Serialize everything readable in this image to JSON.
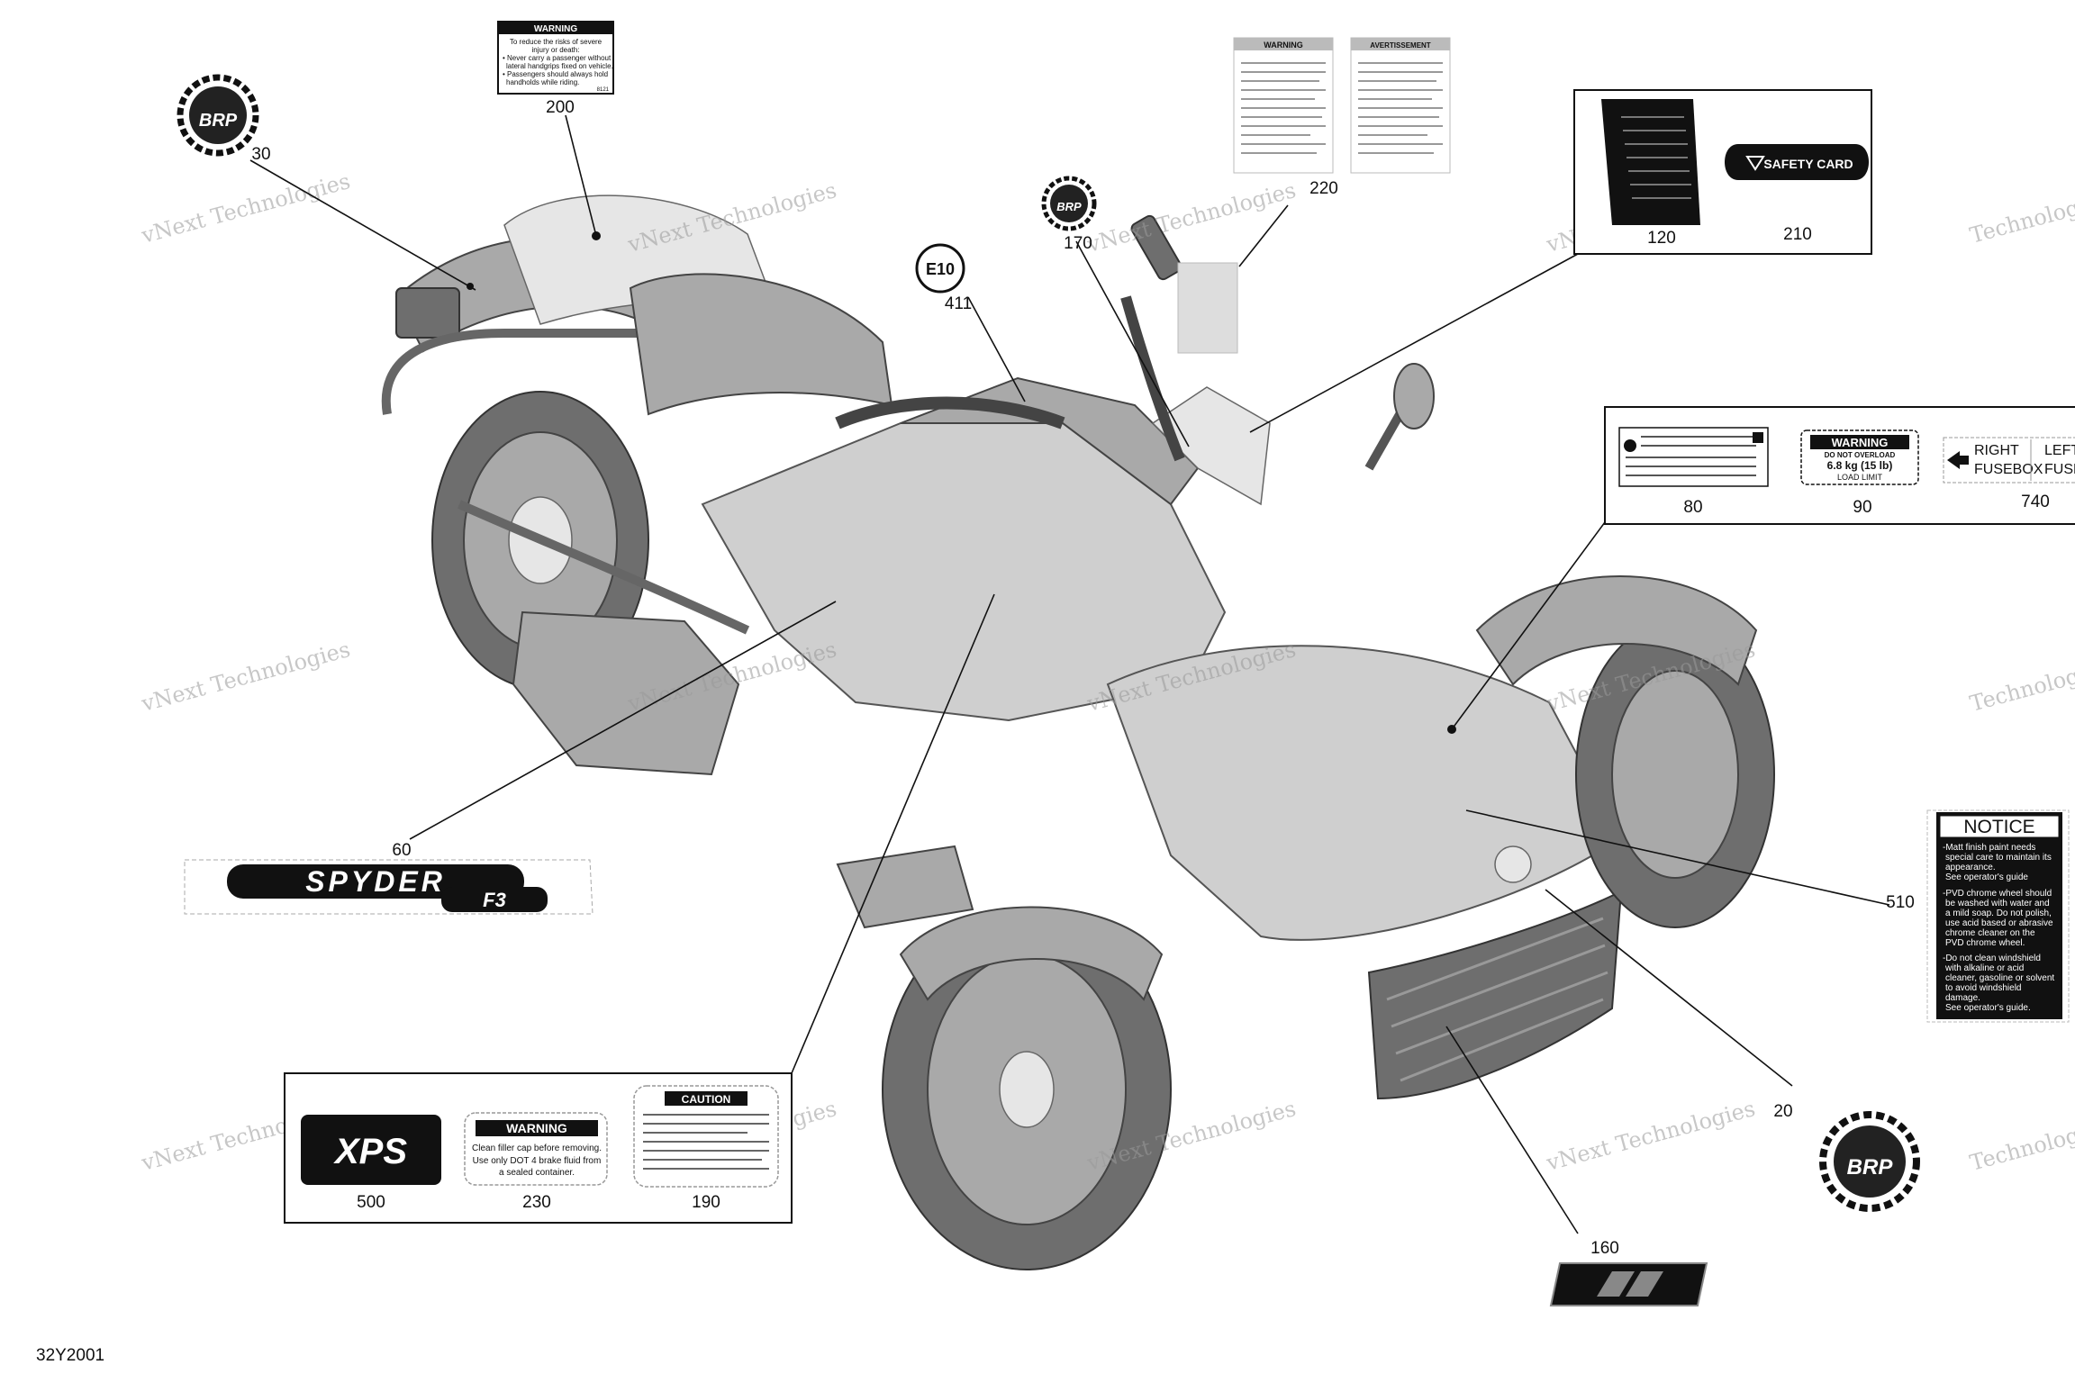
{
  "page_code": "32Y2001",
  "callouts": {
    "c30": "30",
    "c200": "200",
    "c170": "170",
    "c220": "220",
    "c411": "411",
    "c120": "120",
    "c210": "210",
    "c80": "80",
    "c90": "90",
    "c740": "740",
    "c60": "60",
    "c510": "510",
    "c20": "20",
    "c160": "160",
    "c500": "500",
    "c230": "230",
    "c190": "190"
  },
  "e10_badge": "E10",
  "watermark": {
    "line1": "vNext Technologies",
    "line2": "Technologies",
    "line3": "vNext"
  },
  "decals": {
    "brp": "BRP",
    "warning_200": {
      "header": "WARNING",
      "lines": [
        "To reduce the risks of severe",
        "injury or death:",
        "• Never carry a passenger without",
        "lateral handgrips fixed on vehicle.",
        "• Passengers should always hold",
        "handholds while riding."
      ],
      "code": "8121"
    },
    "warning_220_left": "WARNING",
    "warning_220_right": "AVERTISSEMENT",
    "safety_card": "SAFETY CARD",
    "warning_90": {
      "header": "WARNING",
      "line1": "DO NOT OVERLOAD",
      "line2": "6.8 kg (15 lb)",
      "line3": "LOAD LIMIT"
    },
    "fusebox_right": [
      "RIGHT",
      "FUSEBOX"
    ],
    "fusebox_left": [
      "LEFT",
      "FUSE"
    ],
    "spyder": "SPYDER",
    "f3": "F3",
    "notice": {
      "header": "NOTICE",
      "lines": [
        "-Matt finish paint needs",
        "special care to maintain its",
        "appearance.",
        "See operator's guide",
        "",
        "-PVD chrome wheel should",
        "be washed with water and",
        "a mild soap. Do not polish,",
        "use acid based or abrasive",
        "chrome cleaner on the",
        "PVD chrome wheel.",
        "",
        "-Do not clean windshield",
        "with alkaline or acid",
        "cleaner, gasoline or solvent",
        "to avoid windshield",
        "damage.",
        "See operator's guide."
      ]
    },
    "xps": "XPS",
    "warning_230": {
      "header": "WARNING",
      "lines": [
        "Clean filler cap before removing.",
        "Use only DOT 4 brake fluid from",
        "a sealed container."
      ]
    },
    "caution_190": "CAUTION"
  }
}
